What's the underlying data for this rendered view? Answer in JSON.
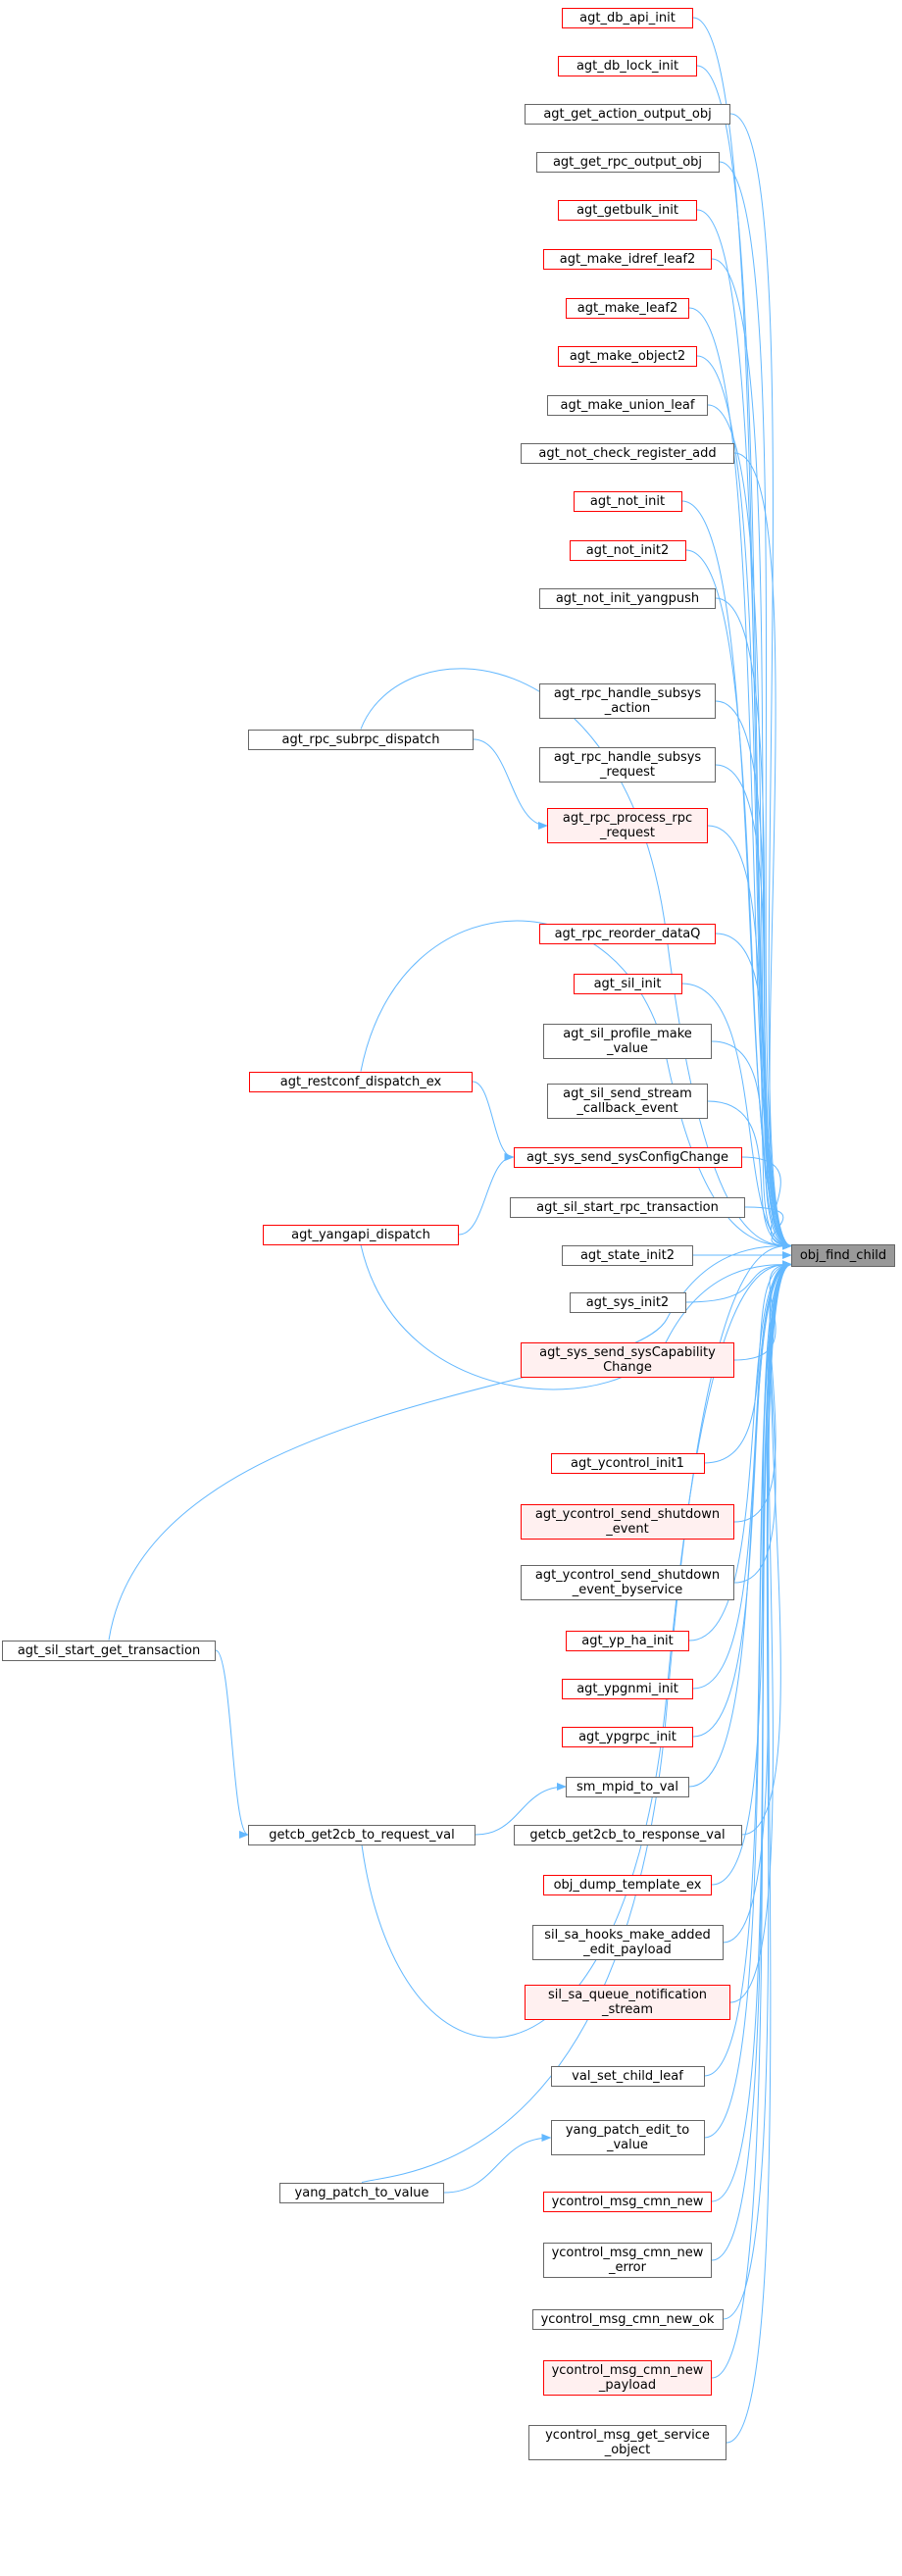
{
  "diagram": {
    "root": "obj_find_child",
    "colors": {
      "edge": "#63b8ff",
      "node_border": "#666666",
      "node_border_incomplete": "#ff0000",
      "node_fill_incomplete": "#fff0f0",
      "root_fill": "#999999"
    },
    "nodes": [
      {
        "id": "obj_find_child",
        "label": "obj_find_child",
        "style": "root"
      },
      {
        "id": "n0",
        "label": "agt_db_api_init",
        "style": "red"
      },
      {
        "id": "n1",
        "label": "agt_db_lock_init",
        "style": "red"
      },
      {
        "id": "n2",
        "label": "agt_get_action_output_obj",
        "style": "plain"
      },
      {
        "id": "n3",
        "label": "agt_get_rpc_output_obj",
        "style": "plain"
      },
      {
        "id": "n4",
        "label": "agt_getbulk_init",
        "style": "red"
      },
      {
        "id": "n5",
        "label": "agt_make_idref_leaf2",
        "style": "red"
      },
      {
        "id": "n6",
        "label": "agt_make_leaf2",
        "style": "red"
      },
      {
        "id": "n7",
        "label": "agt_make_object2",
        "style": "red"
      },
      {
        "id": "n8",
        "label": "agt_make_union_leaf",
        "style": "plain"
      },
      {
        "id": "n9",
        "label": "agt_not_check_register_add",
        "style": "plain"
      },
      {
        "id": "n10",
        "label": "agt_not_init",
        "style": "red"
      },
      {
        "id": "n11",
        "label": "agt_not_init2",
        "style": "red"
      },
      {
        "id": "n12",
        "label": "agt_not_init_yangpush",
        "style": "plain"
      },
      {
        "id": "n13",
        "label": "agt_rpc_handle_subsys\n_action",
        "style": "plain"
      },
      {
        "id": "n14",
        "label": "agt_rpc_handle_subsys\n_request",
        "style": "plain"
      },
      {
        "id": "n15",
        "label": "agt_rpc_process_rpc\n_request",
        "style": "redfill"
      },
      {
        "id": "n16",
        "label": "agt_rpc_reorder_dataQ",
        "style": "red"
      },
      {
        "id": "n17",
        "label": "agt_sil_init",
        "style": "red"
      },
      {
        "id": "n18",
        "label": "agt_sil_profile_make\n_value",
        "style": "plain"
      },
      {
        "id": "n19",
        "label": "agt_sil_send_stream\n_callback_event",
        "style": "plain"
      },
      {
        "id": "n20",
        "label": "agt_sys_send_sysConfigChange",
        "style": "red"
      },
      {
        "id": "n21",
        "label": "agt_sil_start_rpc_transaction",
        "style": "plain"
      },
      {
        "id": "n22",
        "label": "agt_state_init2",
        "style": "plain"
      },
      {
        "id": "n23",
        "label": "agt_sys_init2",
        "style": "plain"
      },
      {
        "id": "n24",
        "label": "agt_sys_send_sysCapability\nChange",
        "style": "redfill"
      },
      {
        "id": "n25",
        "label": "agt_ycontrol_init1",
        "style": "red"
      },
      {
        "id": "n26",
        "label": "agt_ycontrol_send_shutdown\n_event",
        "style": "redfill"
      },
      {
        "id": "n27",
        "label": "agt_ycontrol_send_shutdown\n_event_byservice",
        "style": "plain"
      },
      {
        "id": "n28",
        "label": "agt_yp_ha_init",
        "style": "red"
      },
      {
        "id": "n29",
        "label": "agt_ypgnmi_init",
        "style": "red"
      },
      {
        "id": "n30",
        "label": "agt_ypgrpc_init",
        "style": "red"
      },
      {
        "id": "n31",
        "label": "sm_mpid_to_val",
        "style": "plain"
      },
      {
        "id": "n32",
        "label": "getcb_get2cb_to_response_val",
        "style": "plain"
      },
      {
        "id": "n33",
        "label": "obj_dump_template_ex",
        "style": "red"
      },
      {
        "id": "n34",
        "label": "sil_sa_hooks_make_added\n_edit_payload",
        "style": "plain"
      },
      {
        "id": "n35",
        "label": "sil_sa_queue_notification\n_stream",
        "style": "redfill"
      },
      {
        "id": "n36",
        "label": "val_set_child_leaf",
        "style": "plain"
      },
      {
        "id": "n37",
        "label": "yang_patch_edit_to\n_value",
        "style": "plain"
      },
      {
        "id": "n38",
        "label": "ycontrol_msg_cmn_new",
        "style": "red"
      },
      {
        "id": "n39",
        "label": "ycontrol_msg_cmn_new\n_error",
        "style": "plain"
      },
      {
        "id": "n40",
        "label": "ycontrol_msg_cmn_new_ok",
        "style": "plain"
      },
      {
        "id": "n41",
        "label": "ycontrol_msg_cmn_new\n_payload",
        "style": "redfill"
      },
      {
        "id": "n42",
        "label": "ycontrol_msg_get_service\n_object",
        "style": "plain"
      },
      {
        "id": "l_subrpc",
        "label": "agt_rpc_subrpc_dispatch",
        "style": "plain"
      },
      {
        "id": "l_restconf",
        "label": "agt_restconf_dispatch_ex",
        "style": "red"
      },
      {
        "id": "l_yangapi",
        "label": "agt_yangapi_dispatch",
        "style": "red"
      },
      {
        "id": "l_silstart",
        "label": "agt_sil_start_get_transaction",
        "style": "plain"
      },
      {
        "id": "l_getcb",
        "label": "getcb_get2cb_to_request_val",
        "style": "plain"
      },
      {
        "id": "l_yangpatch",
        "label": "yang_patch_to_value",
        "style": "plain"
      }
    ],
    "edges": [
      [
        "n0",
        "obj_find_child"
      ],
      [
        "n1",
        "obj_find_child"
      ],
      [
        "n2",
        "obj_find_child"
      ],
      [
        "n3",
        "obj_find_child"
      ],
      [
        "n4",
        "obj_find_child"
      ],
      [
        "n5",
        "obj_find_child"
      ],
      [
        "n6",
        "obj_find_child"
      ],
      [
        "n7",
        "obj_find_child"
      ],
      [
        "n8",
        "obj_find_child"
      ],
      [
        "n9",
        "obj_find_child"
      ],
      [
        "n10",
        "obj_find_child"
      ],
      [
        "n11",
        "obj_find_child"
      ],
      [
        "n12",
        "obj_find_child"
      ],
      [
        "n13",
        "obj_find_child"
      ],
      [
        "n14",
        "obj_find_child"
      ],
      [
        "n15",
        "obj_find_child"
      ],
      [
        "n16",
        "obj_find_child"
      ],
      [
        "n17",
        "obj_find_child"
      ],
      [
        "n18",
        "obj_find_child"
      ],
      [
        "n19",
        "obj_find_child"
      ],
      [
        "n20",
        "obj_find_child"
      ],
      [
        "n21",
        "obj_find_child"
      ],
      [
        "n22",
        "obj_find_child"
      ],
      [
        "n23",
        "obj_find_child"
      ],
      [
        "n24",
        "obj_find_child"
      ],
      [
        "n25",
        "obj_find_child"
      ],
      [
        "n26",
        "obj_find_child"
      ],
      [
        "n27",
        "obj_find_child"
      ],
      [
        "n28",
        "obj_find_child"
      ],
      [
        "n29",
        "obj_find_child"
      ],
      [
        "n30",
        "obj_find_child"
      ],
      [
        "n31",
        "obj_find_child"
      ],
      [
        "n32",
        "obj_find_child"
      ],
      [
        "n33",
        "obj_find_child"
      ],
      [
        "n34",
        "obj_find_child"
      ],
      [
        "n35",
        "obj_find_child"
      ],
      [
        "n36",
        "obj_find_child"
      ],
      [
        "n37",
        "obj_find_child"
      ],
      [
        "n38",
        "obj_find_child"
      ],
      [
        "n39",
        "obj_find_child"
      ],
      [
        "n40",
        "obj_find_child"
      ],
      [
        "n41",
        "obj_find_child"
      ],
      [
        "n42",
        "obj_find_child"
      ],
      [
        "l_subrpc",
        "obj_find_child"
      ],
      [
        "l_subrpc",
        "n15"
      ],
      [
        "l_restconf",
        "obj_find_child"
      ],
      [
        "l_restconf",
        "n20"
      ],
      [
        "l_yangapi",
        "obj_find_child"
      ],
      [
        "l_yangapi",
        "n20"
      ],
      [
        "l_silstart",
        "obj_find_child"
      ],
      [
        "l_silstart",
        "l_getcb"
      ],
      [
        "l_getcb",
        "obj_find_child"
      ],
      [
        "l_getcb",
        "n31"
      ],
      [
        "l_yangpatch",
        "obj_find_child"
      ],
      [
        "l_yangpatch",
        "n37"
      ]
    ]
  }
}
